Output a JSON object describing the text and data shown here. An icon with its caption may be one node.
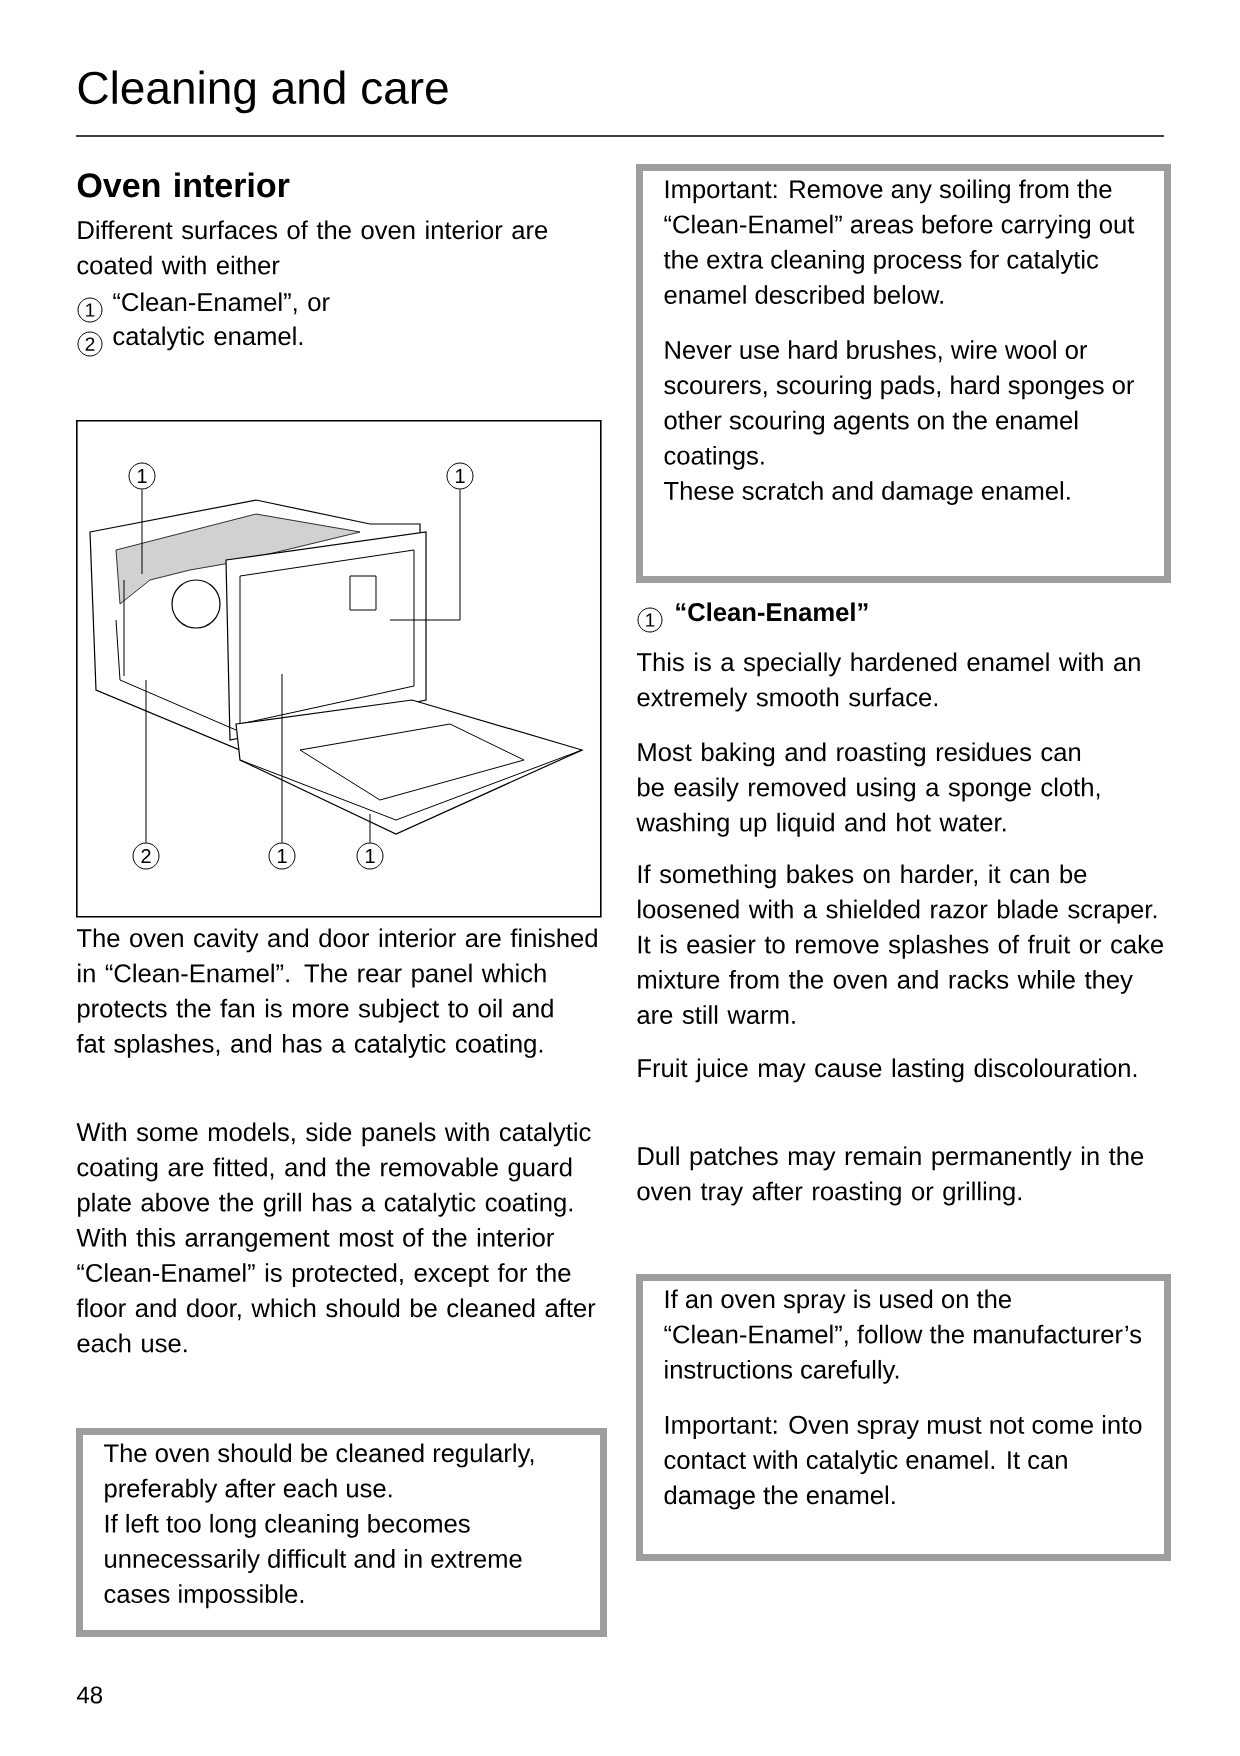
{
  "diagram": {
    "title": "Cleaning and care",
    "nodes": [
      {
        "text": [],
        "shape": "picture"
      },
      {
        "text": [
          "1"
        ],
        "in": 0
      },
      {
        "text": [
          "1"
        ],
        "in": 0
      },
      {
        "text": [
          "2"
        ],
        "in": 0
      },
      {
        "text": [
          "1"
        ],
        "in": 0
      },
      {
        "text": [
          "1"
        ],
        "in": 0
      },
      {
        "text": [
          "The oven should be cleaned regularly, preferably after each use.",
          "If left too long cleaning becomes unnecessarily difficult and in extreme cases impossible."
        ]
      },
      {
        "text": [
          "Important: Remove any soiling from the “Clean-Enamel” areas before carrying out the extra cleaning process for catalytic enamel described below.",
          "Never use hard brushes, wire wool or scourers, scouring pads, hard sponges or other scouring agents on the enamel coatings.",
          "These scratch and damage enamel."
        ]
      },
      {
        "text": [
          "If an oven spray is used on the “Clean-Enamel”, follow the manufacturer’s instructions carefully.",
          "Important: Oven spray must not come into contact with catalytic enamel. It can damage the enamel."
        ]
      }
    ],
    "edges": [
      {
        "from": 1,
        "to": null,
        "arrow": "none"
      },
      {
        "from": 2,
        "to": null,
        "arrow": "none"
      },
      {
        "from": 3,
        "to": null,
        "arrow": "none"
      },
      {
        "from": 4,
        "to": null,
        "arrow": "none"
      },
      {
        "from": 5,
        "to": null,
        "arrow": "none"
      }
    ],
    "labels": [
      "Oven interior",
      "Different surfaces of the oven interior are coated with either",
      "1",
      "“Clean-Enamel”, or",
      "2",
      "catalytic enamel.",
      "The oven cavity and door interior are finished in “Clean-Enamel”. The rear panel which protects the fan is more subject to oil and fat splashes, and has a catalytic coating.",
      "With some models, side panels with catalytic coating are fitted, and the removable guard plate above the grill has a catalytic coating. With this arrangement most of the interior “Clean-Enamel” is protected, except for the floor and door, which should be cleaned after each use.",
      "1",
      "“Clean-Enamel”",
      "This is a specially hardened enamel with an extremely smooth surface.",
      "Most baking and roasting residues can be easily removed using a sponge cloth, washing up liquid and hot water.",
      "If something bakes on harder, it can be loosened with a shielded razor blade scraper. It is easier to remove splashes of fruit or cake mixture from the oven and racks while they are still warm.",
      "Fruit juice may cause lasting discolouration.",
      "Dull patches may remain permanently in the oven tray after roasting or grilling.",
      "48"
    ]
  }
}
